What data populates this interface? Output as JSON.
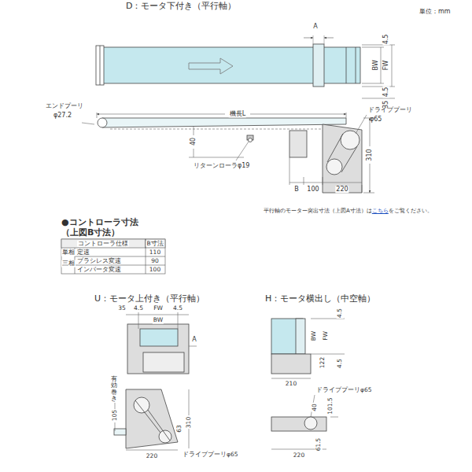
{
  "diagram": {
    "labels": [
      "D：モータ下付き（平行軸）",
      "単位：mm",
      "A",
      "4.5",
      "BW",
      "FW",
      "4.5",
      "35",
      "エンドプーリ",
      "φ27.2",
      "機長L",
      "ドライブプーリ",
      "φ65",
      "40",
      "リターンローラφ19",
      "310",
      "B",
      "100",
      "220",
      "平行軸のモーター突出寸法（上図A寸法）は",
      "こちら",
      "をご覧ください。",
      "●コントローラ寸法",
      "（上図B寸法）",
      "コントローラ仕様",
      "B寸法",
      "単相",
      "三相",
      "定速",
      "110",
      "ブラシレス変速",
      "90",
      "インバータ変速",
      "100",
      "U：モータ上付き（平行軸）",
      "35",
      "4.5",
      "FW",
      "4.5",
      "BW",
      "A",
      "有効巻き",
      "105",
      "310",
      "63",
      "220",
      "ドライブプーリφ65",
      "H：モータ横出し（中空軸）",
      "4.5",
      "BW",
      "FW",
      "4.5",
      "122",
      "210",
      "ドライブプーリφ65",
      "40",
      "101.5",
      "61.5",
      "220"
    ]
  }
}
